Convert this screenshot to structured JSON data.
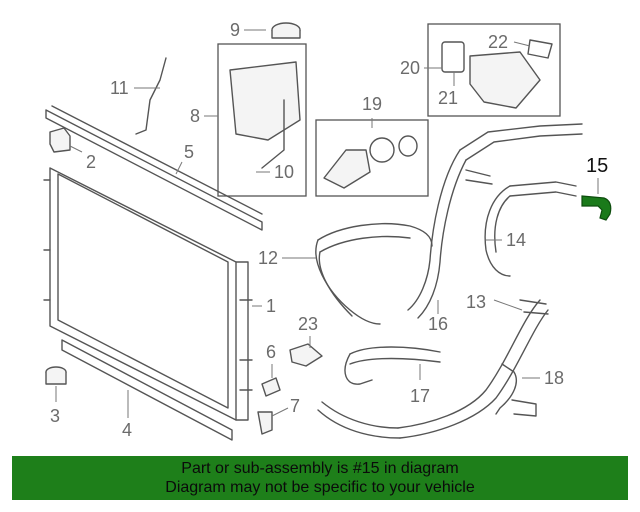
{
  "callouts": {
    "c1": "1",
    "c2": "2",
    "c3": "3",
    "c4": "4",
    "c5": "5",
    "c6": "6",
    "c7": "7",
    "c8": "8",
    "c9": "9",
    "c10": "10",
    "c11": "11",
    "c12": "12",
    "c13": "13",
    "c14": "14",
    "c15": "15",
    "c16": "16",
    "c17": "17",
    "c18": "18",
    "c19": "19",
    "c20": "20",
    "c21": "21",
    "c22": "22",
    "c23": "23"
  },
  "highlight": {
    "part": "15",
    "color": "#1a7a1a"
  },
  "banner": {
    "line1": "Part or sub-assembly is #15 in diagram",
    "line2": "Diagram may not be specific to your vehicle",
    "color": "#1e7f1a"
  }
}
